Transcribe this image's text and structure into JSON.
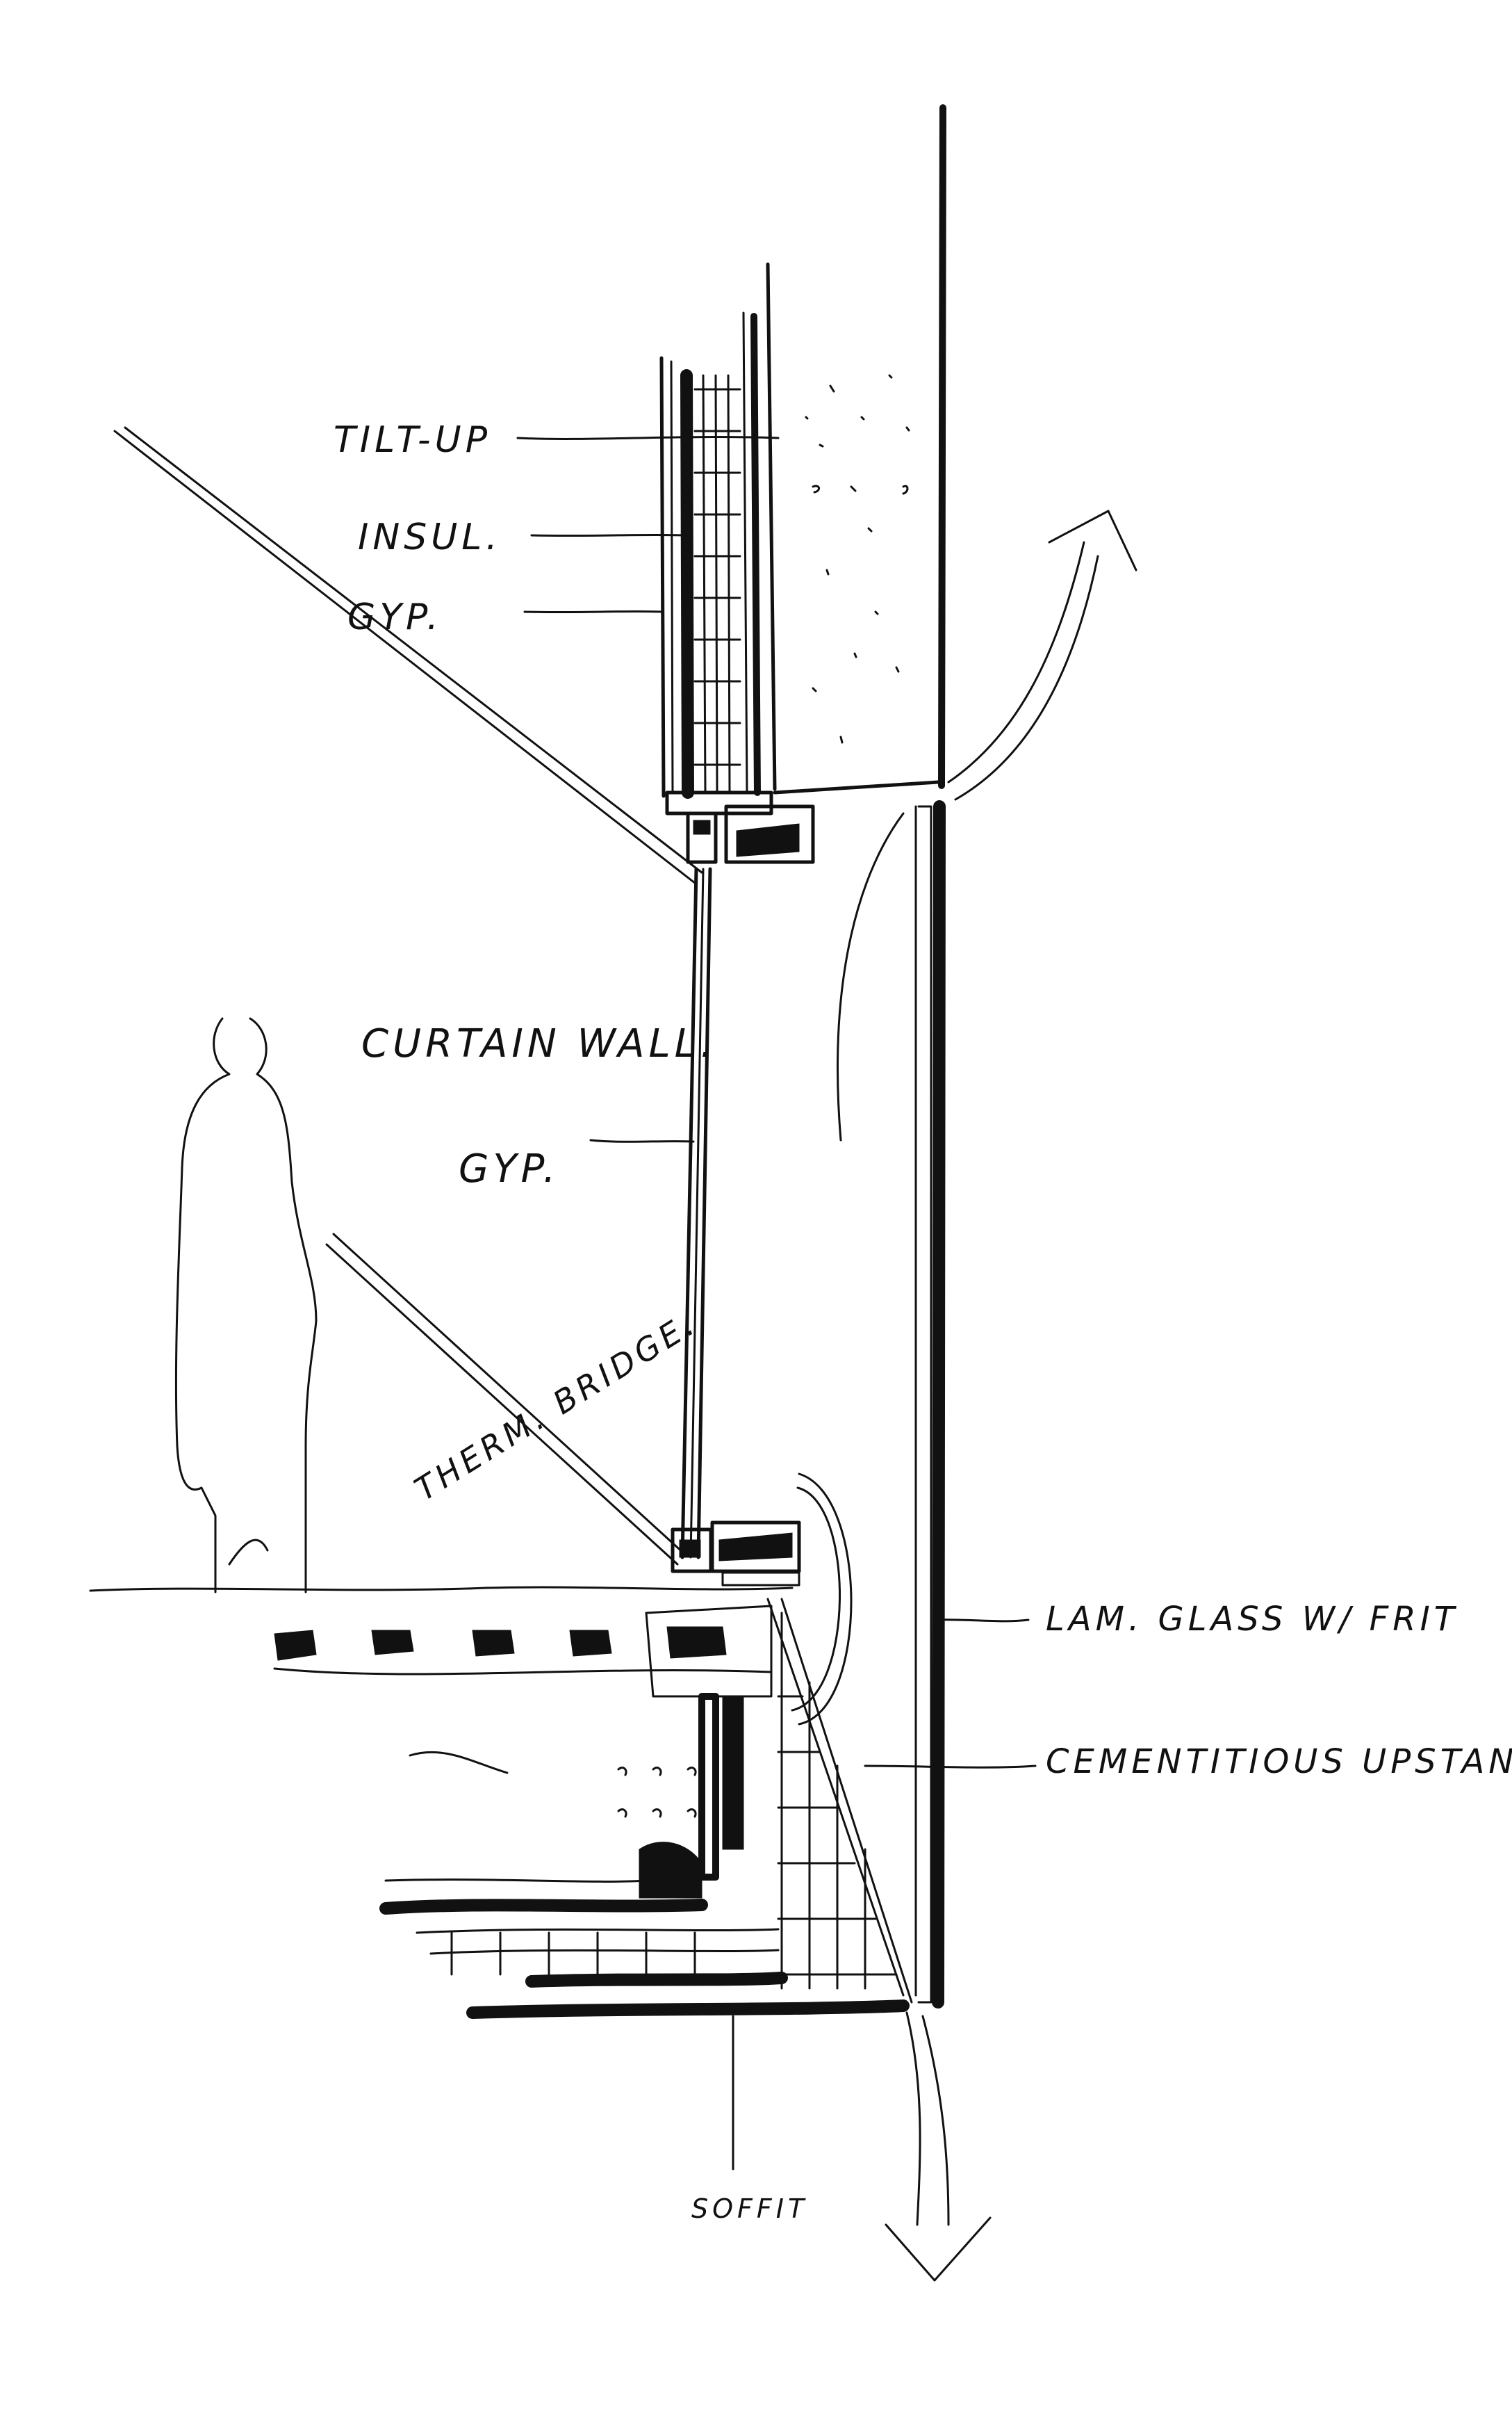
{
  "labels": {
    "tilt_up": "TILT-UP",
    "insul": "INSUL.",
    "gyp_upper": "GYP.",
    "curtain_wall": "CURTAIN WALL.",
    "gyp_lower": "GYP.",
    "therm_bridge": "THERM. BRIDGE.",
    "lam_glass": "LAM. GLASS W/ FRIT",
    "cementitious_upstand": "CEMENTITIOUS UPSTAND -",
    "soffit": "SOFFIT"
  },
  "colors": {
    "ink": "#111111",
    "paper": "#ffffff"
  }
}
